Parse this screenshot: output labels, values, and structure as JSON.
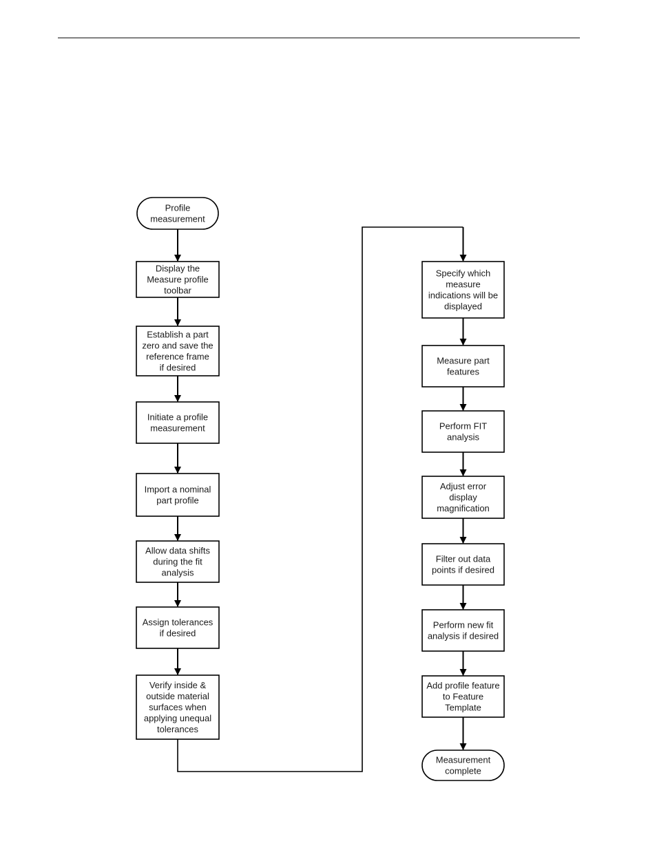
{
  "flowchart": {
    "left_column": [
      {
        "id": "start",
        "shape": "terminal",
        "lines": [
          "Profile",
          "measurement"
        ]
      },
      {
        "id": "display-toolbar",
        "shape": "process",
        "lines": [
          "Display the",
          "Measure profile",
          "toolbar"
        ]
      },
      {
        "id": "establish-zero",
        "shape": "process",
        "lines": [
          "Establish a part",
          "zero and save the",
          "reference frame",
          "if desired"
        ]
      },
      {
        "id": "initiate",
        "shape": "process",
        "lines": [
          "Initiate a profile",
          "measurement"
        ]
      },
      {
        "id": "import-nominal",
        "shape": "process",
        "lines": [
          "Import a nominal",
          "part profile"
        ]
      },
      {
        "id": "allow-shifts",
        "shape": "process",
        "lines": [
          "Allow data shifts",
          "during the fit",
          "analysis"
        ]
      },
      {
        "id": "assign-tolerances",
        "shape": "process",
        "lines": [
          "Assign tolerances",
          "if desired"
        ]
      },
      {
        "id": "verify-surfaces",
        "shape": "process",
        "lines": [
          "Verify inside &",
          "outside material",
          "surfaces when",
          "applying unequal",
          "tolerances"
        ]
      }
    ],
    "right_column": [
      {
        "id": "specify-indications",
        "shape": "process",
        "lines": [
          "Specify which",
          "measure",
          "indications will be",
          "displayed"
        ]
      },
      {
        "id": "measure-features",
        "shape": "process",
        "lines": [
          "Measure part",
          "features"
        ]
      },
      {
        "id": "perform-fit",
        "shape": "process",
        "lines": [
          "Perform FIT",
          "analysis"
        ]
      },
      {
        "id": "adjust-magnification",
        "shape": "process",
        "lines": [
          "Adjust error",
          "display",
          "magnification"
        ]
      },
      {
        "id": "filter-points",
        "shape": "process",
        "lines": [
          "Filter out data",
          "points if desired"
        ]
      },
      {
        "id": "new-fit",
        "shape": "process",
        "lines": [
          "Perform new fit",
          "analysis if desired"
        ]
      },
      {
        "id": "add-feature",
        "shape": "process",
        "lines": [
          "Add profile feature",
          "to Feature",
          "Template"
        ]
      },
      {
        "id": "end",
        "shape": "terminal",
        "lines": [
          "Measurement",
          "complete"
        ]
      }
    ]
  }
}
